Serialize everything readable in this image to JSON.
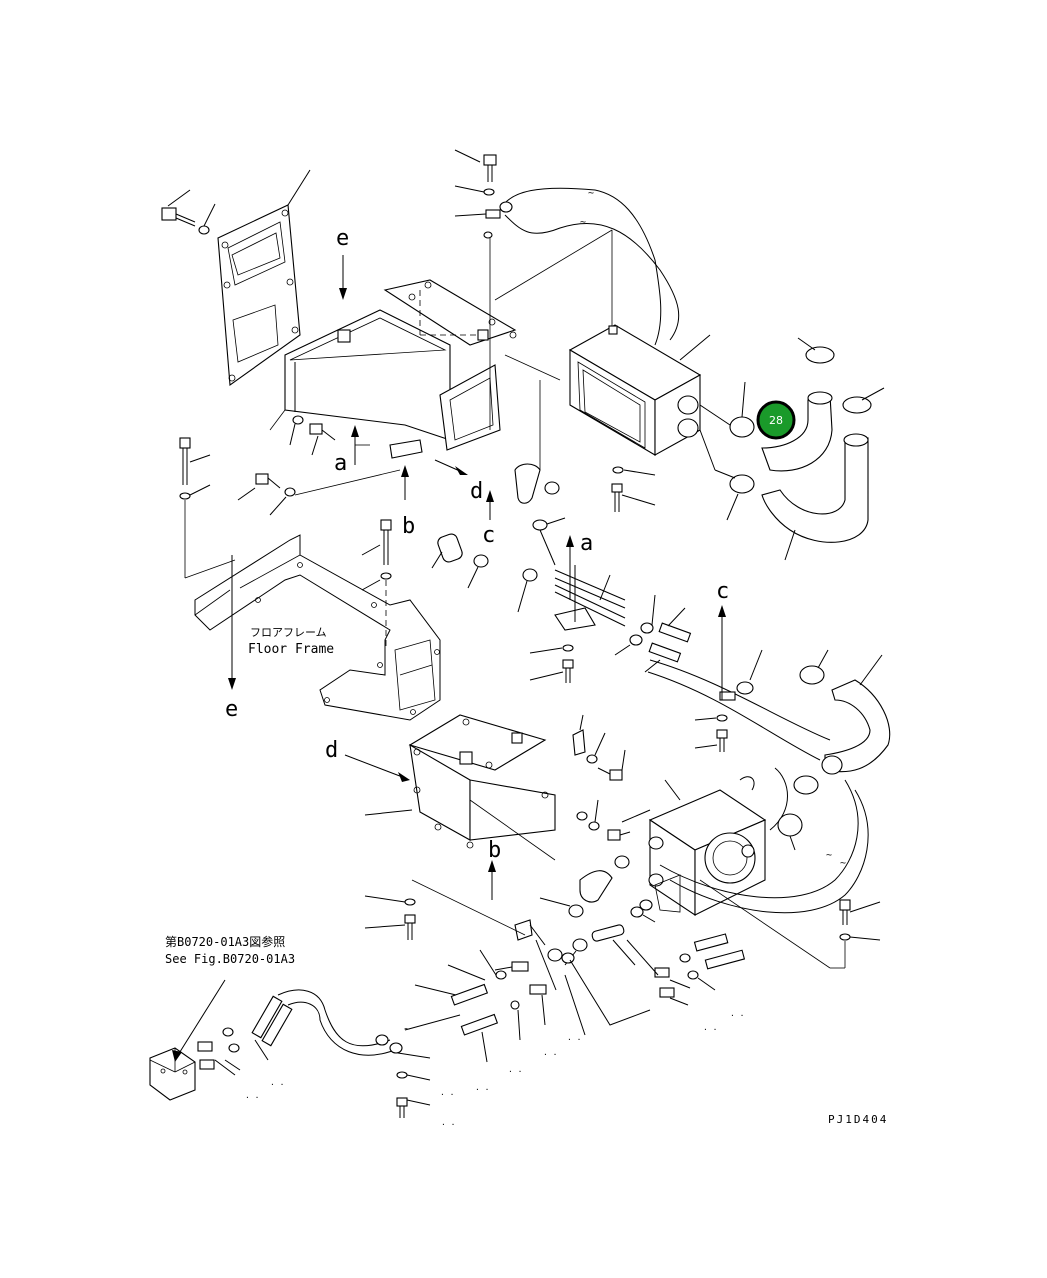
{
  "diagram": {
    "drawing_code": "PJ1D404",
    "floor_frame_jp": "フロアフレーム",
    "floor_frame_en": "Floor Frame",
    "see_fig_jp": "第B0720-01A3図参照",
    "see_fig_en": "See Fig.B0720-01A3",
    "callout": {
      "label": "28",
      "fill_color": "#1a9a2a"
    },
    "view_letters": {
      "e": "e",
      "a": "a",
      "b": "b",
      "c": "c",
      "d": "d"
    }
  }
}
